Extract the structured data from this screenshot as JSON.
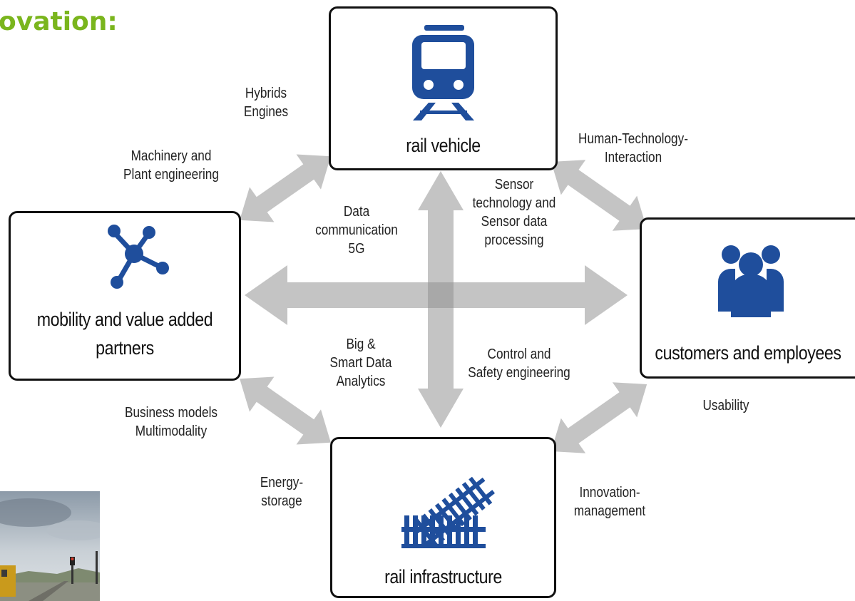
{
  "title": "ovation:",
  "nodes": {
    "rail_vehicle": "rail vehicle",
    "mobility_partners_line1": "mobility and value added",
    "mobility_partners_line2": "partners",
    "customers_employees": "customers and employees",
    "rail_infrastructure": "rail infrastructure"
  },
  "edge_labels": {
    "hybrids": [
      "Hybrids",
      "Engines"
    ],
    "machinery": [
      "Machinery and",
      "Plant engineering"
    ],
    "human_tech": [
      "Human-Technology-",
      "Interaction"
    ],
    "data_comm": [
      "Data",
      "communication",
      "5G"
    ],
    "sensor": [
      "Sensor",
      "technology and",
      "Sensor data",
      "processing"
    ],
    "big_data": [
      "Big &",
      "Smart Data",
      "Analytics"
    ],
    "control": [
      "Control and",
      "Safety engineering"
    ],
    "business": [
      "Business models",
      "Multimodality"
    ],
    "usability": [
      "Usability"
    ],
    "energy": [
      "Energy-",
      "storage"
    ],
    "innovation": [
      "Innovation-",
      "management"
    ]
  },
  "colors": {
    "title": "#7ab51d",
    "icon_blue": "#1f4e9c",
    "arrow_gray": "#c4c4c4",
    "arrow_overlap": "#a8a8a8"
  }
}
